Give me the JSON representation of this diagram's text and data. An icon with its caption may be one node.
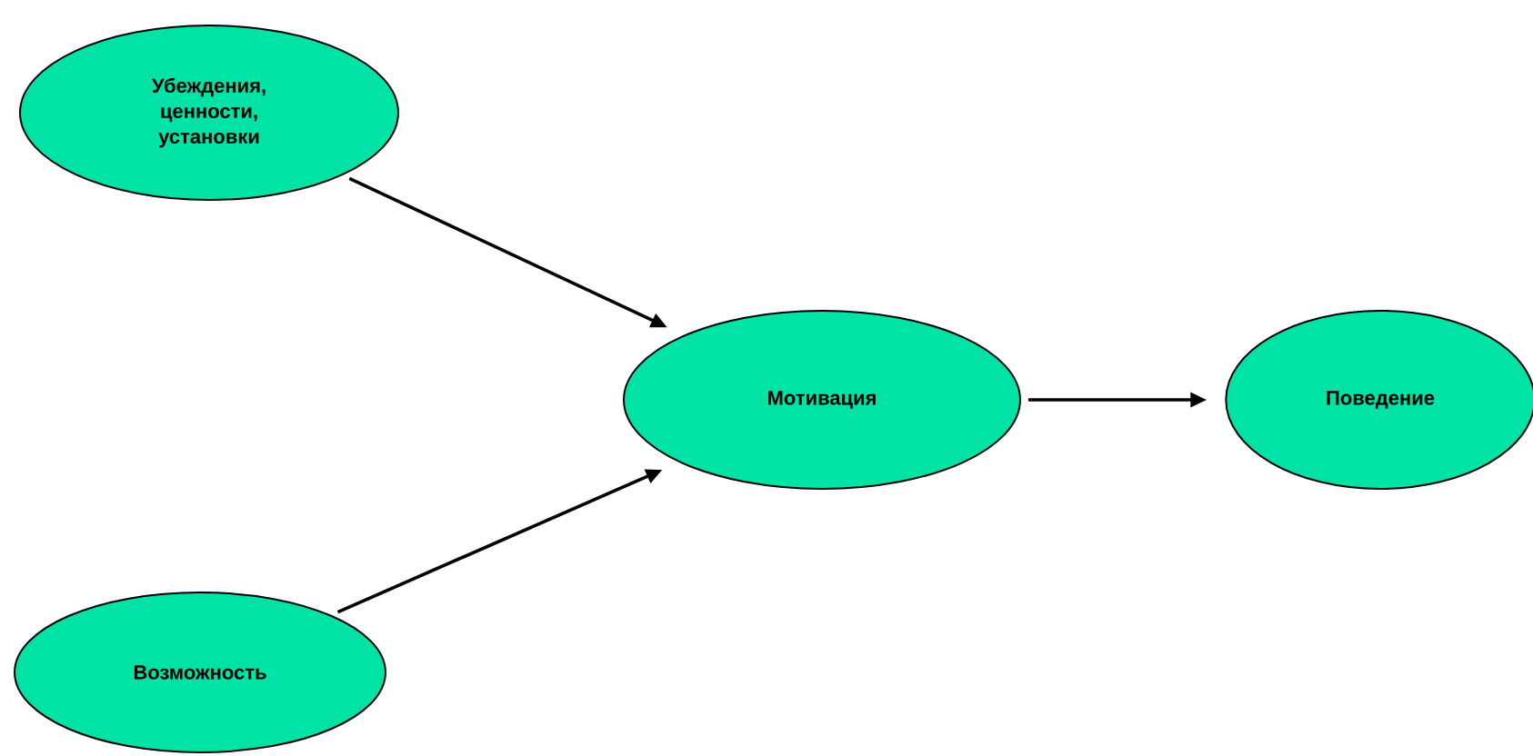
{
  "diagram": {
    "nodes": [
      {
        "text": [
          "Убеждения, ценности, установки"
        ]
      },
      {
        "text": [
          "Возможность"
        ]
      },
      {
        "text": [
          "Мотивация"
        ]
      },
      {
        "text": [
          "Поведение"
        ]
      }
    ],
    "edges": [
      {
        "from": 0,
        "to": 2,
        "arrow": "to"
      },
      {
        "from": 1,
        "to": 2,
        "arrow": "to"
      },
      {
        "from": 2,
        "to": 3,
        "arrow": "to"
      }
    ]
  }
}
